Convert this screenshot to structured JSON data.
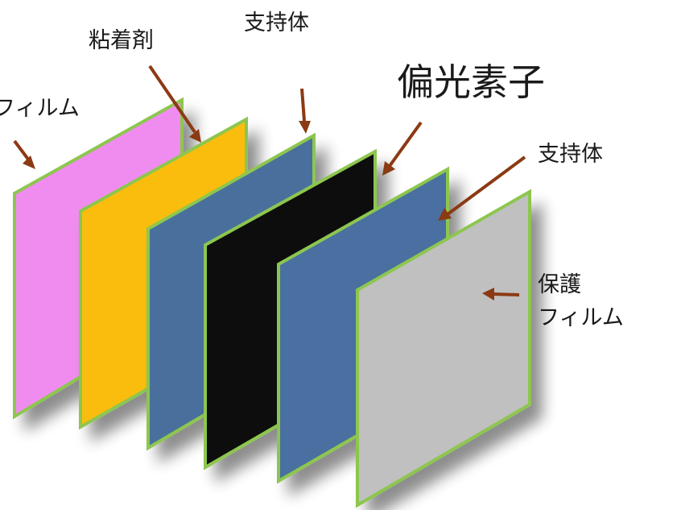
{
  "labels": {
    "film_left": "フィルム",
    "adhesive": "粘着剤",
    "support_top": "支持体",
    "polarizer": "偏光素子",
    "support_right": "支持体",
    "protect_line1": "保護",
    "protect_line2": "フィルム"
  },
  "colors": {
    "film_left": "#f08cf0",
    "adhesive": "#fbbd0b",
    "support_top": "#4a6f9c",
    "polarizer": "#0c0c0c",
    "support_right": "#4a70a0",
    "protect": "#c0c0c0",
    "border": "#8dc64f",
    "arrow": "#8b3a14"
  }
}
